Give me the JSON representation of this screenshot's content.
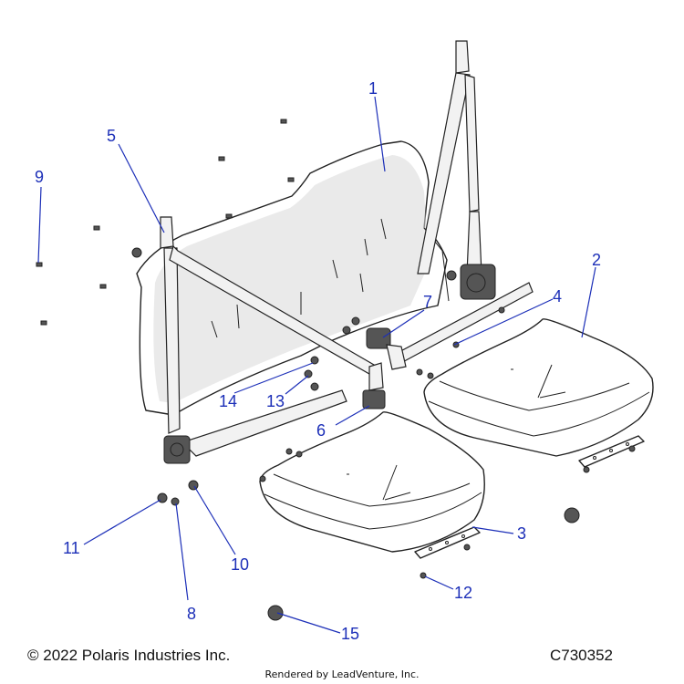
{
  "footer": {
    "copyright": "© 2022 Polaris Industries Inc.",
    "diagram_id": "C730352",
    "rendered_by": "Rendered by LeadVenture, Inc."
  },
  "callouts": [
    {
      "label": "1"
    },
    {
      "label": "2"
    },
    {
      "label": "3"
    },
    {
      "label": "4"
    },
    {
      "label": "5"
    },
    {
      "label": "6"
    },
    {
      "label": "7"
    },
    {
      "label": "8"
    },
    {
      "label": "9"
    },
    {
      "label": "10"
    },
    {
      "label": "11"
    },
    {
      "label": "12"
    },
    {
      "label": "13"
    },
    {
      "label": "14"
    },
    {
      "label": "15"
    }
  ],
  "colors": {
    "callout": "#1c2fb8",
    "line": "#222222"
  }
}
